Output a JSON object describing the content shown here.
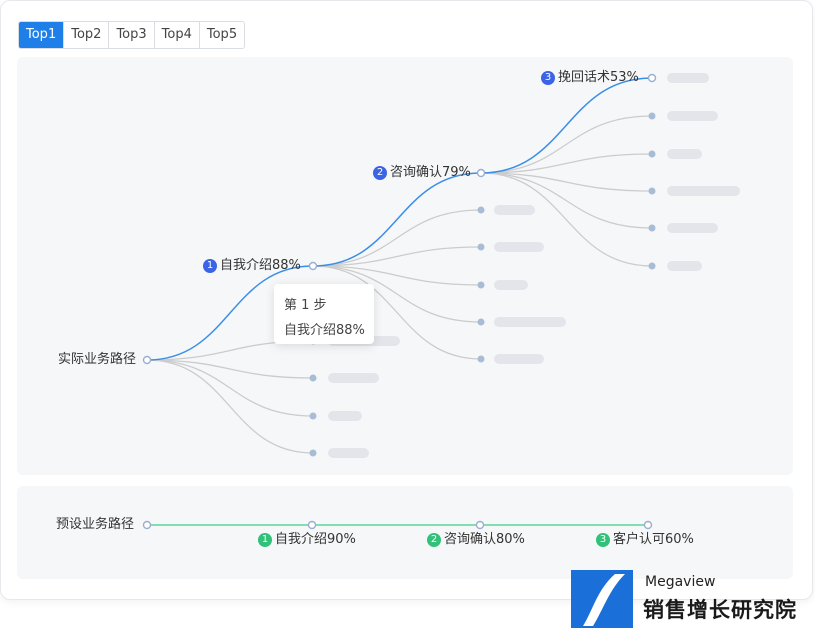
{
  "tabs": [
    "Top1",
    "Top2",
    "Top3",
    "Top4",
    "Top5"
  ],
  "active_tab": "Top1",
  "actual_path": {
    "root_label": "实际业务路径",
    "steps": [
      {
        "num": "1",
        "label": "自我介绍88%"
      },
      {
        "num": "2",
        "label": "咨询确认79%"
      },
      {
        "num": "3",
        "label": "挽回话术53%"
      }
    ]
  },
  "tooltip": {
    "title": "第 1 步",
    "value": "自我介绍88%"
  },
  "preset_path": {
    "root_label": "预设业务路径",
    "steps": [
      {
        "num": "1",
        "label": "自我介绍90%"
      },
      {
        "num": "2",
        "label": "咨询确认80%"
      },
      {
        "num": "3",
        "label": "客户认可60%"
      }
    ]
  },
  "brand": {
    "name_en": "Megaview",
    "name_cn": "销售增长研究院"
  },
  "colors": {
    "tab_active": "#1f7fe8",
    "path_highlight": "#3b8ee8",
    "branch": "#cccccc",
    "preset_line": "#5bd49a",
    "badge_blue": "#3a63e6",
    "badge_green": "#32c178"
  }
}
